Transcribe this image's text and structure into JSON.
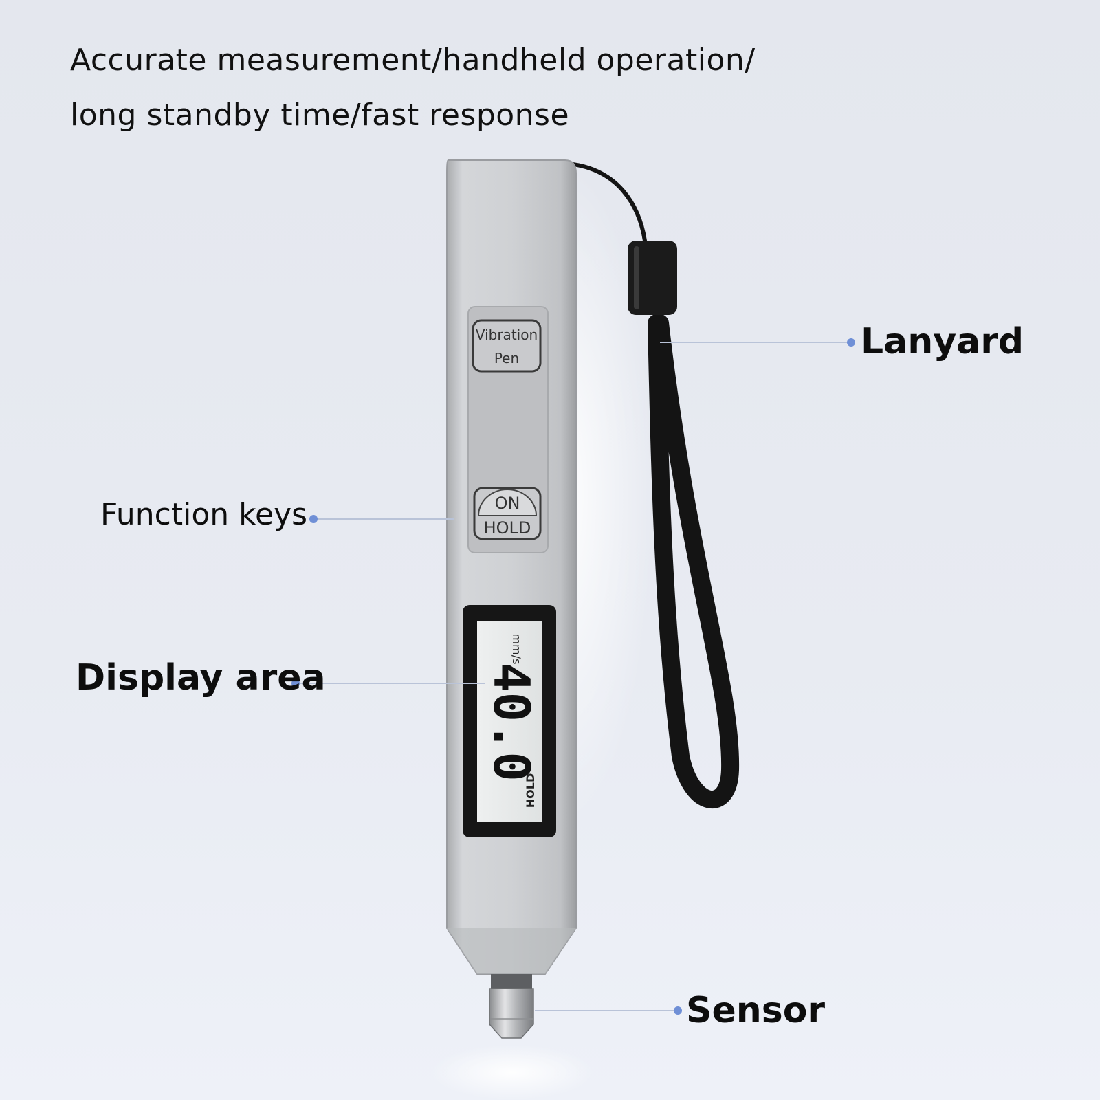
{
  "headline": {
    "line1": "Accurate measurement/handheld operation/",
    "line2": "long standby time/fast response"
  },
  "device": {
    "name_line1": "Vibration",
    "name_line2": "Pen",
    "key_on": "ON",
    "key_hold": "HOLD",
    "reading": "40.0",
    "unit": "mm/s",
    "mode": "HOLD"
  },
  "callouts": {
    "lanyard": "Lanyard",
    "function_keys": "Function keys",
    "display_area": "Display area",
    "sensor": "Sensor"
  },
  "colors": {
    "callout_dot": "#6f8fd6",
    "callout_line": "#b9c3d8",
    "body": "#c9cbcf",
    "lanyard": "#141414"
  }
}
